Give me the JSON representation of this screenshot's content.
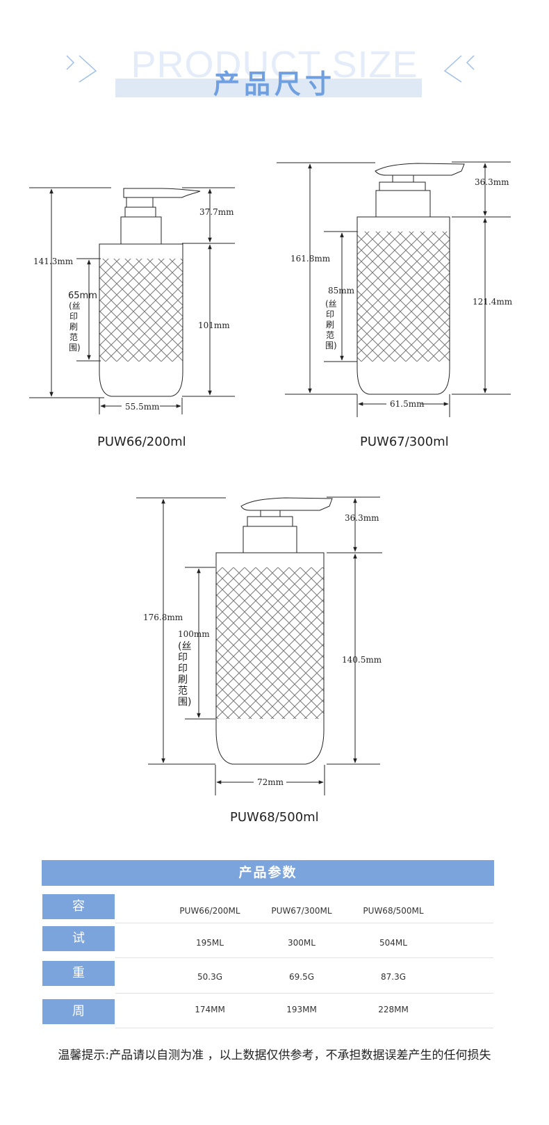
{
  "header": {
    "bg_title": "PRODUCT SIZE",
    "title": "产品尺寸",
    "accent_color": "#7ba3dc"
  },
  "products": [
    {
      "model": "PUW66/200ml",
      "total_height": "141.3mm",
      "pump_height": "37.7mm",
      "body_height": "101mm",
      "print_height": "65mm",
      "print_label": "(丝印刷范围)",
      "width": "55.5mm"
    },
    {
      "model": "PUW67/300ml",
      "total_height": "161.8mm",
      "pump_height": "36.3mm",
      "body_height": "121.4mm",
      "print_height": "85mm",
      "print_label": "(丝印刷范围)",
      "width": "61.5mm"
    },
    {
      "model": "PUW68/500ml",
      "total_height": "176.8mm",
      "pump_height": "36.3mm",
      "body_height": "140.5mm",
      "print_height": "100mm",
      "print_label": "(丝印印刷范围)",
      "width": "72mm"
    }
  ],
  "params": {
    "title": "产品参数",
    "rows": [
      {
        "label": "容量",
        "values": [
          "PUW66/200ML",
          "PUW67/300ML",
          "PUW68/500ML"
        ]
      },
      {
        "label": "试水",
        "values": [
          "195ML",
          "300ML",
          "504ML"
        ]
      },
      {
        "label": "重量",
        "values": [
          "50.3G",
          "69.5G",
          "87.3G"
        ]
      },
      {
        "label": "周长",
        "values": [
          "174MM",
          "193MM",
          "228MM"
        ]
      }
    ]
  },
  "note": "温馨提示:产品请以自测为准 ，以上数据仅供参考，不承担数据误差产生的任何损失"
}
